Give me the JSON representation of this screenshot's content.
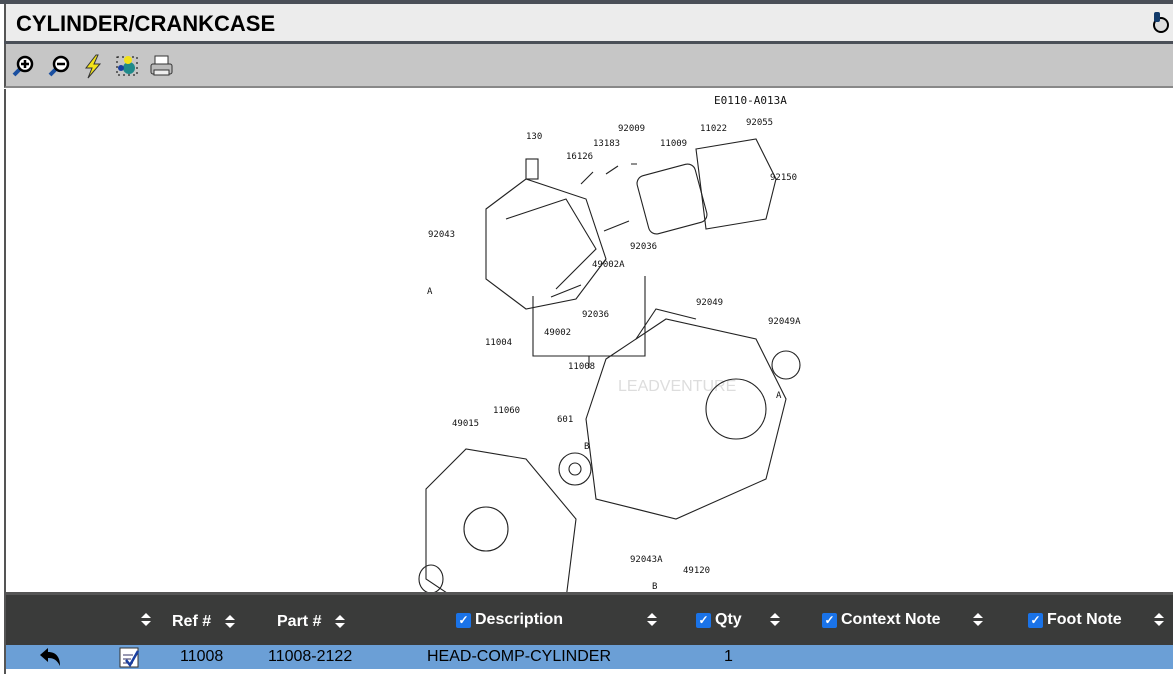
{
  "header": {
    "title": "CYLINDER/CRANKCASE",
    "help_icon": "help-globe-icon"
  },
  "toolbar": {
    "buttons": [
      {
        "name": "zoom-in",
        "icon": "zoom-in-icon"
      },
      {
        "name": "zoom-out",
        "icon": "zoom-out-icon"
      },
      {
        "name": "quick",
        "icon": "lightning-icon"
      },
      {
        "name": "fit",
        "icon": "fit-selection-icon"
      },
      {
        "name": "print",
        "icon": "printer-icon"
      }
    ]
  },
  "diagram": {
    "code": "E0110-A013A",
    "watermark": "LEADVENTURE",
    "labels": [
      "130",
      "13183",
      "92009",
      "11022",
      "92055",
      "16126",
      "11009",
      "92150",
      "92043",
      "A",
      "92036",
      "49002A",
      "11004",
      "49002",
      "92036",
      "11008",
      "92049",
      "92049A",
      "A",
      "49015",
      "11060",
      "601",
      "B",
      "92043A",
      "49120",
      "B"
    ]
  },
  "grid": {
    "columns": {
      "ref": "Ref #",
      "part": "Part #",
      "description": "Description",
      "qty": "Qty",
      "context": "Context Note",
      "foot": "Foot Note"
    },
    "rows": [
      {
        "ref": "11008",
        "part": "11008-2122",
        "description": "HEAD-COMP-CYLINDER",
        "qty": "1",
        "context": "",
        "foot": ""
      }
    ]
  }
}
